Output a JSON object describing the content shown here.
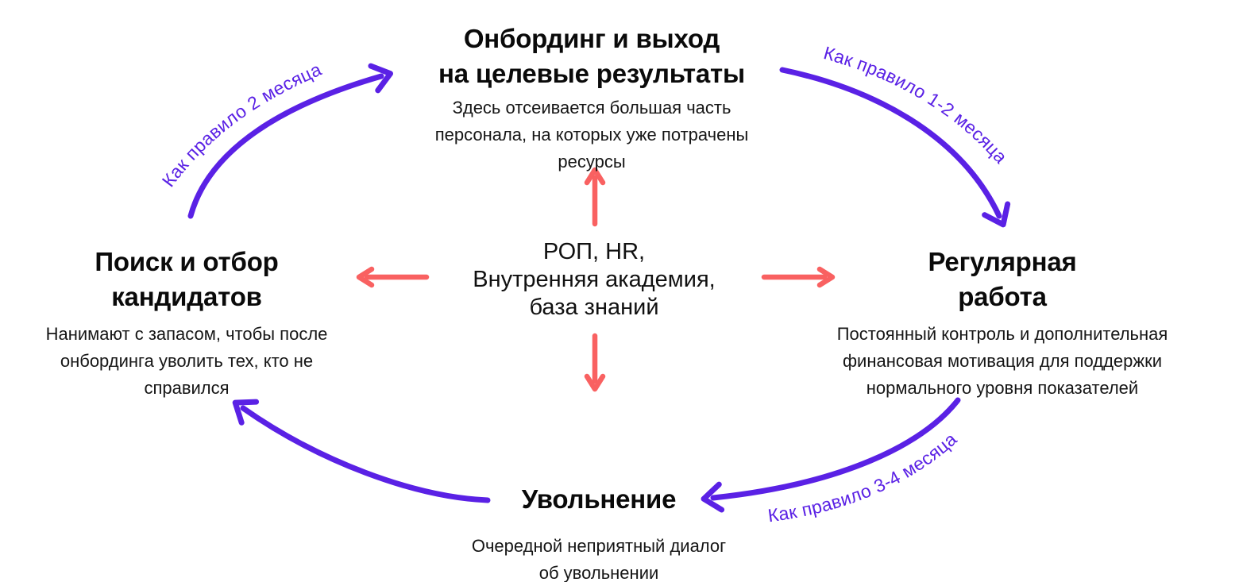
{
  "diagram": {
    "center": {
      "lines": [
        "РОП, HR,",
        "Внутренняя академия,",
        "база знаний"
      ]
    },
    "nodes": {
      "onboarding": {
        "title_lines": [
          "Онбординг и выход",
          "на целевые результаты"
        ],
        "desc_lines": [
          "Здесь отсеивается большая часть",
          "персонала, на которых уже потрачены",
          "ресурсы"
        ]
      },
      "regular": {
        "title_lines": [
          "Регулярная",
          "работа"
        ],
        "desc_lines": [
          "Постоянный контроль и дополнительная",
          "финансовая мотивация для поддержки",
          "нормального уровня показателей"
        ]
      },
      "dismissal": {
        "title_lines": [
          "Увольнение"
        ],
        "desc_lines": [
          "Очередной неприятный диалог",
          "об увольнении"
        ]
      },
      "search": {
        "title_lines": [
          "Поиск и отбор",
          "кандидатов"
        ],
        "desc_lines": [
          "Нанимают с запасом, чтобы после",
          "онбординга уволить тех, кто не",
          "справился"
        ]
      }
    },
    "edge_labels": {
      "search_to_onboarding": "Как правило 2 месяца",
      "onboarding_to_regular": "Как правило 1-2 месяца",
      "regular_to_dismissal": "Как правило 3-4 месяца"
    },
    "colors": {
      "arrow_purple": "#5A21E5",
      "arrow_red": "#F96161",
      "text": "#0d0d0d"
    }
  }
}
